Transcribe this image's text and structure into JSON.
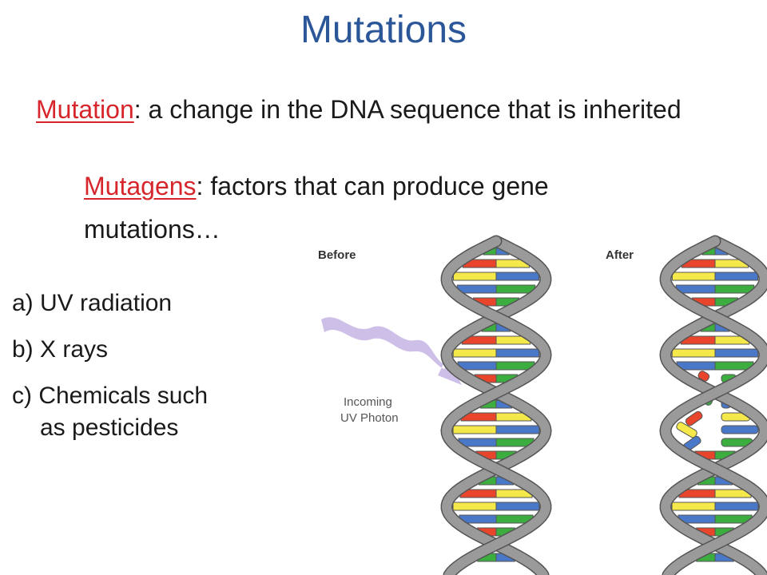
{
  "slide": {
    "title": "Mutations",
    "definition_1": {
      "term": "Mutation",
      "text": ": a change in the DNA sequence that is inherited"
    },
    "definition_2": {
      "term": "Mutagens",
      "text": ": factors that can produce gene mutations…"
    },
    "list": [
      {
        "text": "a) UV radiation"
      },
      {
        "text": "b) X rays"
      },
      {
        "text": "c) Chemicals such",
        "continuation": "as pesticides"
      }
    ]
  },
  "diagram": {
    "before_label": "Before",
    "after_label": "After",
    "photon_label_line1": "Incoming",
    "photon_label_line2": "UV Photon",
    "colors": {
      "red": "#e8452c",
      "yellow": "#f4e84a",
      "green": "#3cae3f",
      "blue": "#4a78c8",
      "backbone": "#9a9a9a",
      "arrow": "#c8b8e6"
    }
  }
}
